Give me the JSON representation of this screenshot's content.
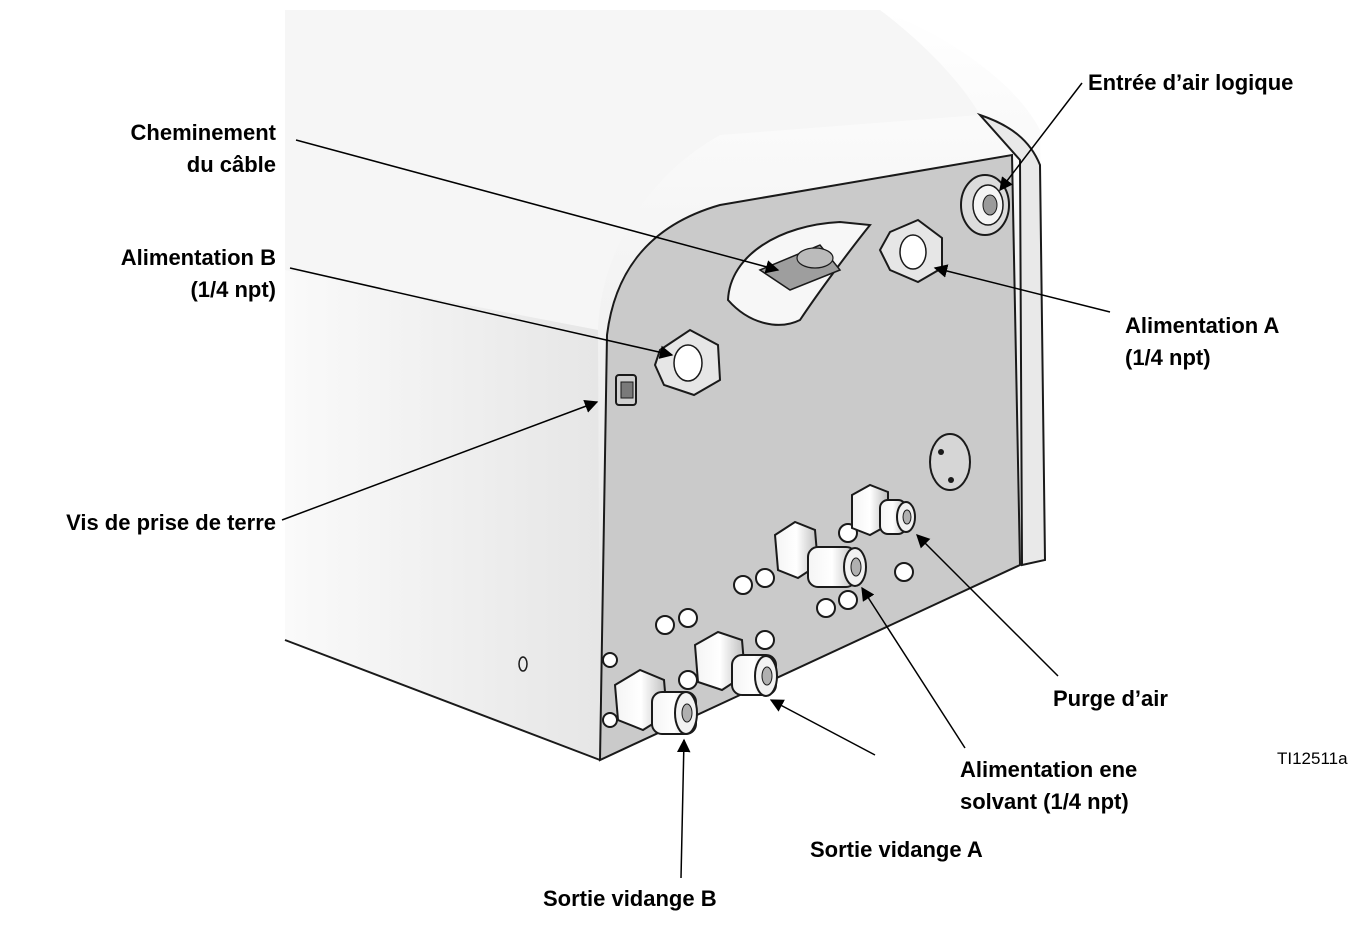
{
  "figure_ref": "TI12511a",
  "callouts": [
    {
      "id": "cable-routing",
      "lines": [
        "Cheminement",
        "du câble"
      ]
    },
    {
      "id": "logic-air-inlet",
      "lines": [
        "Entrée d’air logique"
      ]
    },
    {
      "id": "feed-b",
      "lines": [
        "Alimentation B",
        "(1/4 npt)"
      ]
    },
    {
      "id": "feed-a",
      "lines": [
        "Alimentation A",
        "(1/4 npt)"
      ]
    },
    {
      "id": "ground-screw",
      "lines": [
        "Vis de prise de terre"
      ]
    },
    {
      "id": "air-purge",
      "lines": [
        "Purge d’air"
      ]
    },
    {
      "id": "solvent-feed",
      "lines": [
        "Alimentation ene",
        "solvant (1/4 npt)"
      ]
    },
    {
      "id": "drain-a",
      "lines": [
        "Sortie vidange A"
      ]
    },
    {
      "id": "drain-b",
      "lines": [
        "Sortie vidange B"
      ]
    }
  ],
  "colors": {
    "housing": "#efefef",
    "panel": "#c9c9c9",
    "outline": "#1a1a1a",
    "fitting": "#e8e8e8"
  }
}
